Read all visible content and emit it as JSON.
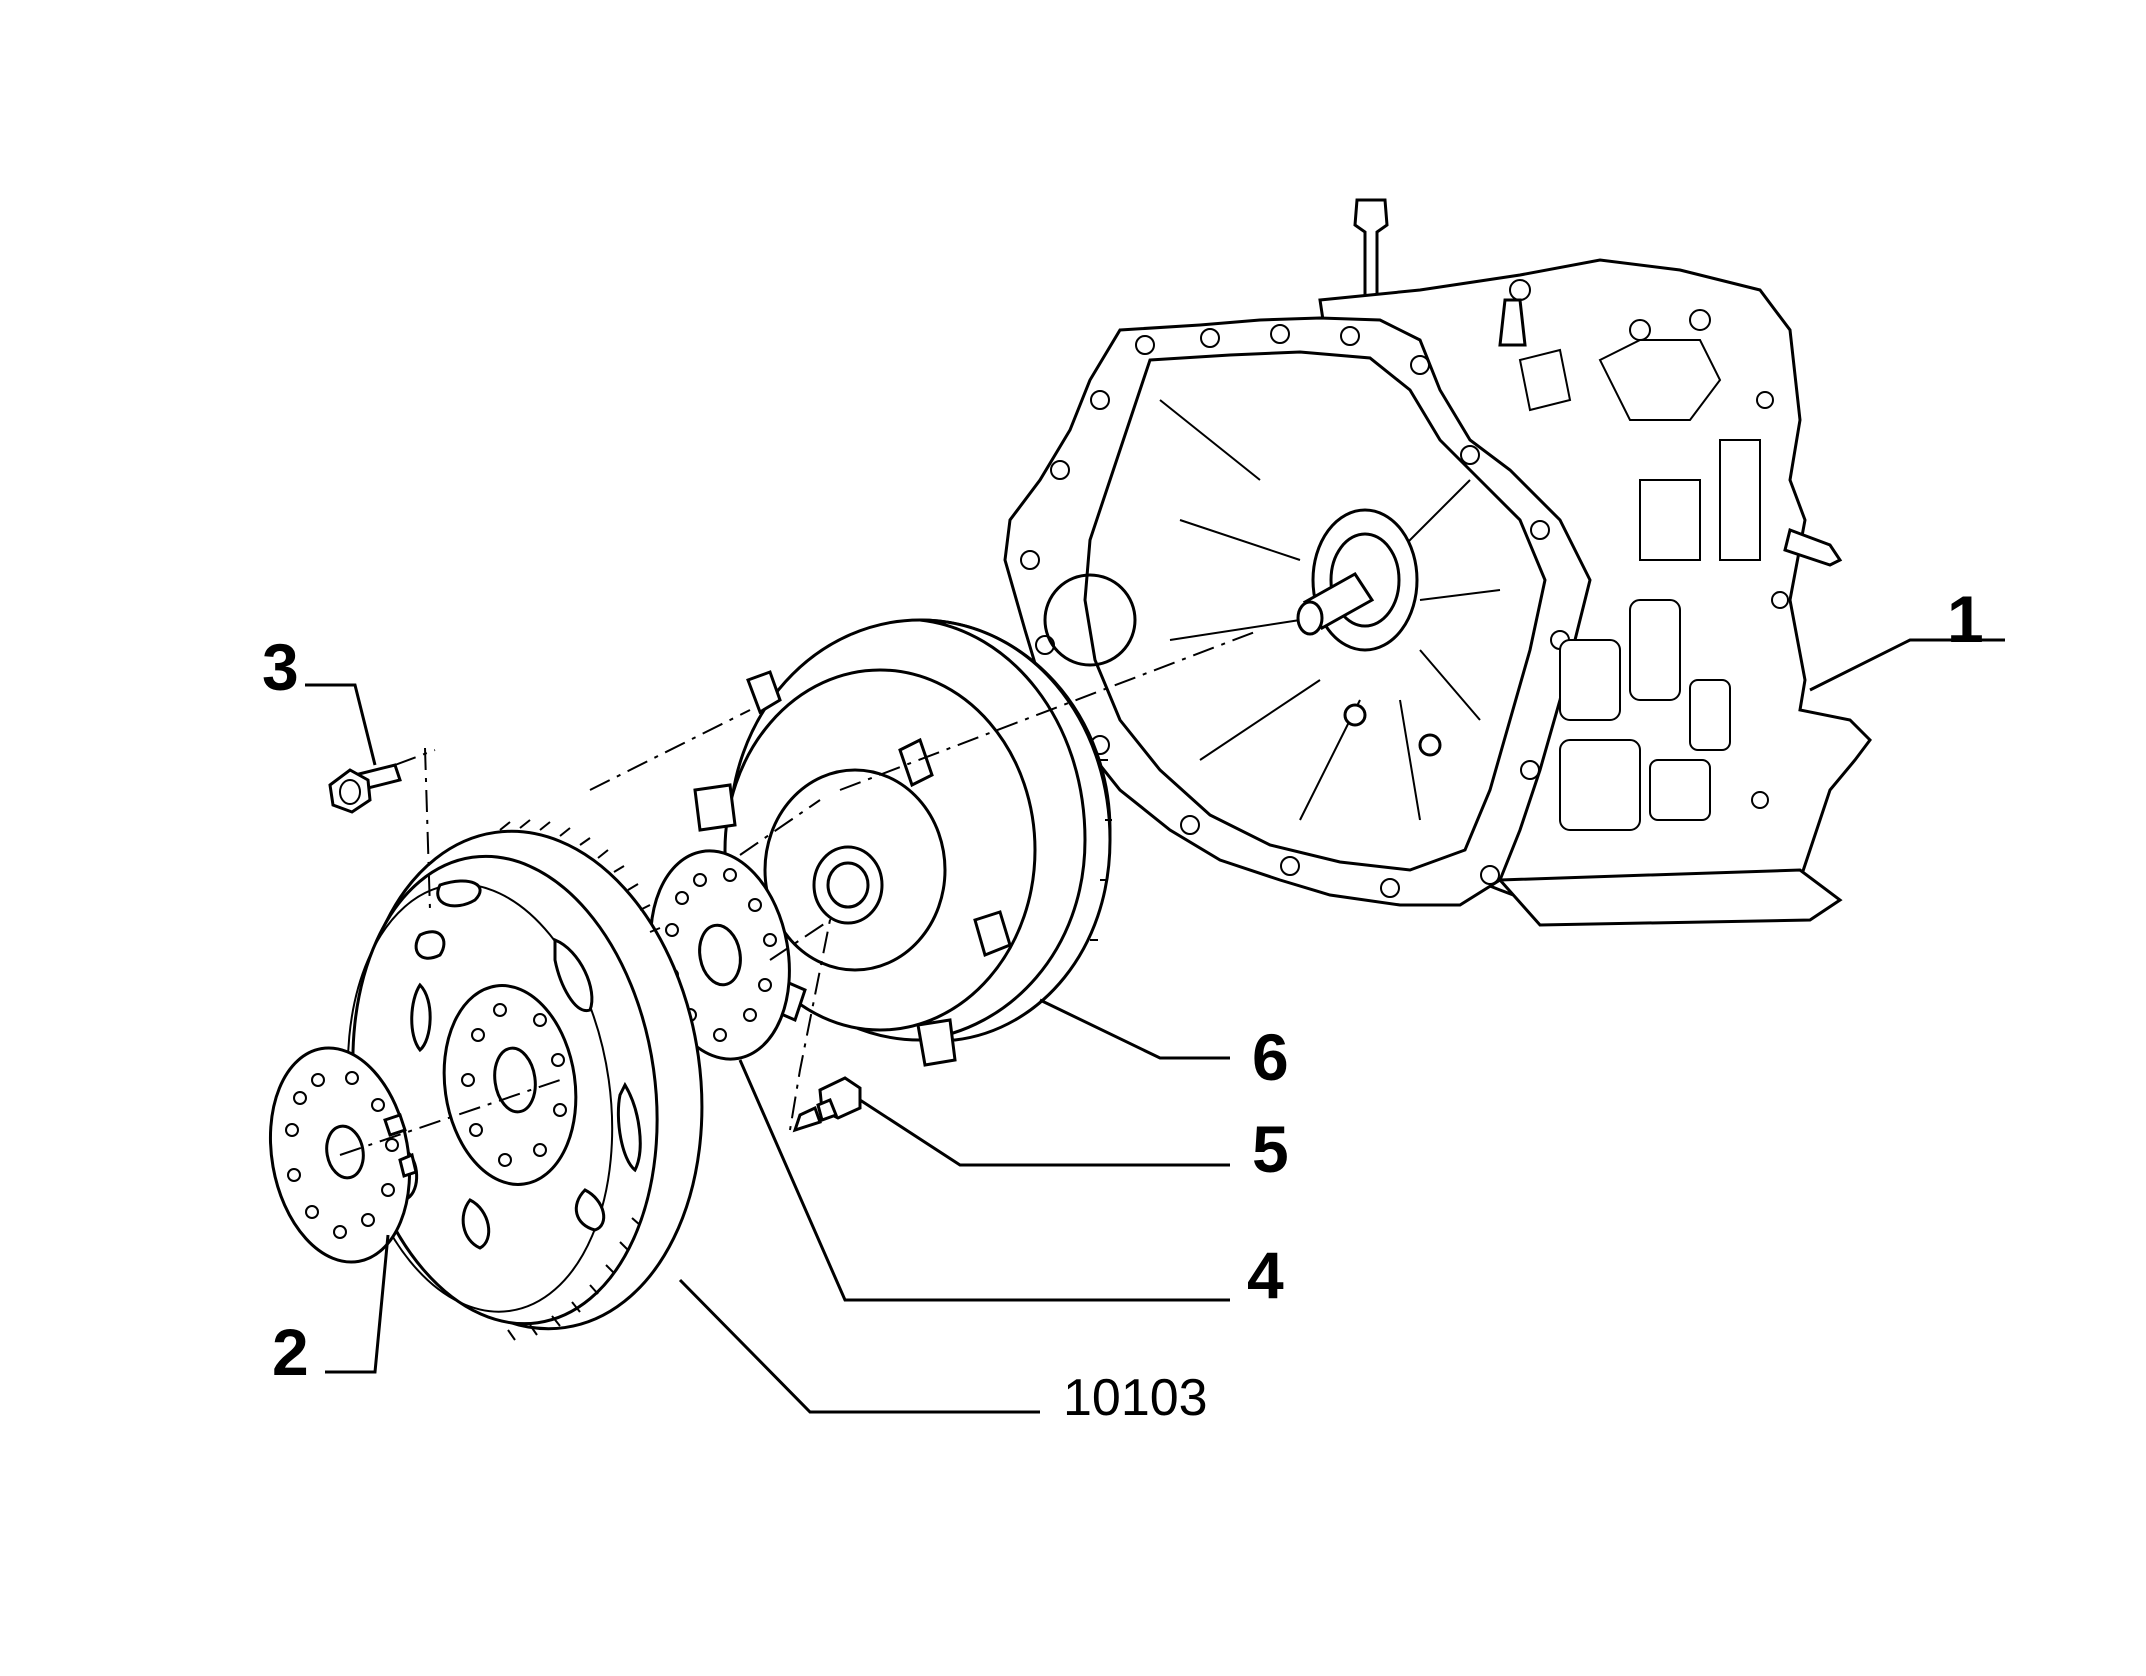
{
  "callouts": {
    "c1": "1",
    "c2": "2",
    "c3": "3",
    "c4": "4",
    "c5": "5",
    "c6": "6",
    "ref": "10103"
  },
  "colors": {
    "line": "#000000",
    "background": "#ffffff"
  },
  "icons": {
    "transmission": "automatic-transmission-illustration",
    "converter": "torque-converter-illustration",
    "flywheel": "flywheel-ring-gear-illustration",
    "plate": "drive-plate-illustration",
    "spacer": "spacer-disc-illustration",
    "bolt": "bolt-illustration"
  }
}
